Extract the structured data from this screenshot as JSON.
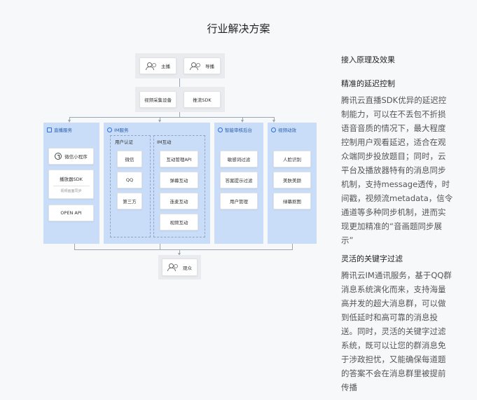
{
  "page": {
    "title": "行业解决方案"
  },
  "diagram": {
    "top_nodes": {
      "anchor": "主播",
      "director": "导播"
    },
    "second_nodes": {
      "capture": "视频采集设备",
      "push_sdk": "推流SDK"
    },
    "columns": {
      "live": {
        "title": "直播服务",
        "items": [
          "微信小程序",
          "播放器SDK",
          "OPEN API"
        ],
        "note": "视频画面同步"
      },
      "im": {
        "title": "IM服务",
        "auth_title": "用户认证",
        "auth_items": [
          "微信",
          "QQ",
          "第三方"
        ],
        "interact_title": "IM互动",
        "interact_items": [
          "互动管理API",
          "弹幕互动",
          "连麦互动",
          "视频互动"
        ]
      },
      "audit": {
        "title": "智能审核后台",
        "items": [
          "敏感词过滤",
          "答案提示过滤",
          "用户管理"
        ]
      },
      "effects": {
        "title": "视频动效",
        "items": [
          "人脸识别",
          "美肤美颜",
          "绿幕抠图"
        ]
      }
    },
    "bottom_node": "观众"
  },
  "right": {
    "heading": "接入原理及效果",
    "sections": [
      {
        "title": "精准的延迟控制",
        "body": "腾讯云直播SDK优异的延迟控制能力，可以在不丢包不折损语音音质的情况下，最大程度控制用户观看延迟，适合在观众端同步投放题目；同时，云平台及播放器特有的消息同步机制，支持message透传，时间戳，视频流metadata，信令通道等多种同步机制，进而实现更加精准的“音画题同步展示”"
      },
      {
        "title": "灵活的关键字过滤",
        "body": "腾讯云IM通讯服务，基于QQ群消息系统演化而来，支持海量高并发的超大消息群，可以做到低延时和高可靠的消息投送。同时，灵活的关键字过滤系统，既可以让您的群消息免于涉政担忧，又能确保每道题的答案不会在消息群里被提前传播"
      }
    ]
  }
}
